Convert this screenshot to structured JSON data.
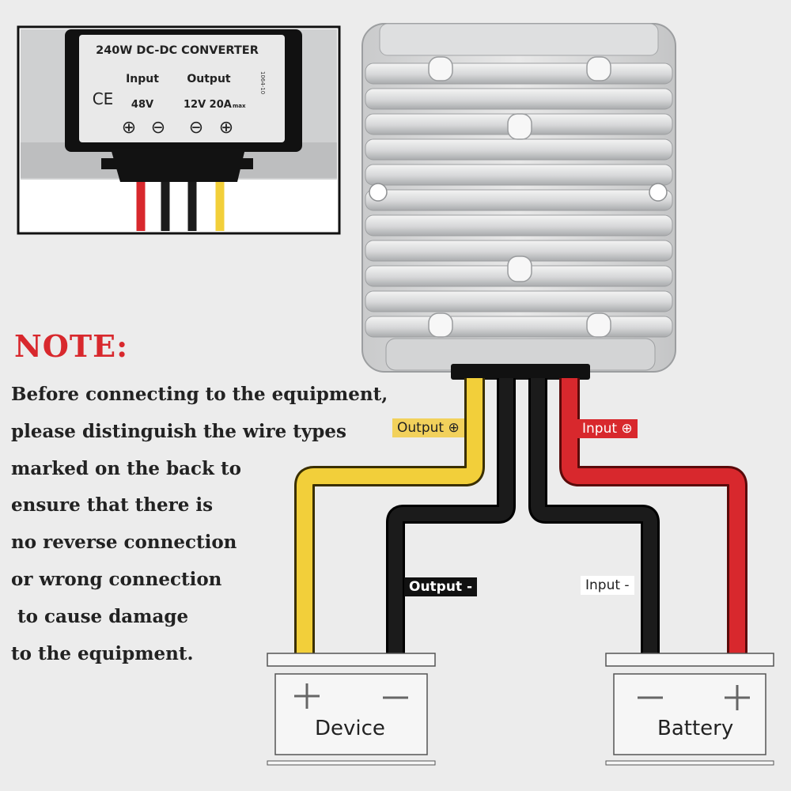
{
  "note": {
    "title": "NOTE:",
    "lines": [
      "Before connecting to the equipment,",
      "please distinguish the wire types",
      "marked on the back to",
      "ensure that there is",
      "no reverse connection",
      "or wrong connection",
      " to cause damage",
      "to the equipment."
    ]
  },
  "label_plate": {
    "title": "240W DC-DC CONVERTER",
    "input_header": "Input",
    "output_header": "Output",
    "input_value": "48V",
    "output_value": "12V 20A",
    "output_suffix": "max",
    "ce_mark": "CE",
    "side_code": "1064-10",
    "terminals": [
      "⊕",
      "⊖",
      "⊖",
      "⊕"
    ]
  },
  "wires": {
    "output_pos": "Output ⊕",
    "input_pos": "Input ⊕",
    "output_neg": "Output -",
    "input_neg": "Input -"
  },
  "device": {
    "name": "Device",
    "plus": "+",
    "minus": "—"
  },
  "battery": {
    "name": "Battery",
    "plus": "+",
    "minus": "—"
  },
  "colors": {
    "note_red": "#d8282d",
    "wire_yellow": "#f2cf3a",
    "wire_red": "#d8282d",
    "wire_black": "#111111",
    "housing_silver": "#d9dadb"
  }
}
